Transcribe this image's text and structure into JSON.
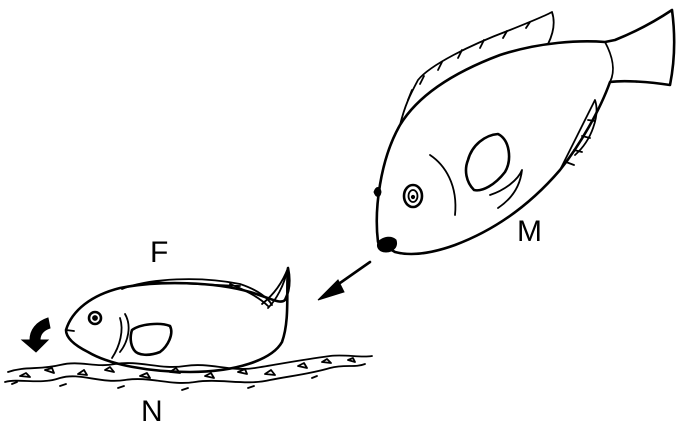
{
  "labels": {
    "female": "F",
    "male": "M",
    "nest": "N"
  },
  "colors": {
    "ink": "#000000",
    "background": "#ffffff"
  },
  "icons": {
    "turn_arrow": "curved-turn-arrow-icon",
    "approach_arrow": "arrow-down-left-icon"
  }
}
